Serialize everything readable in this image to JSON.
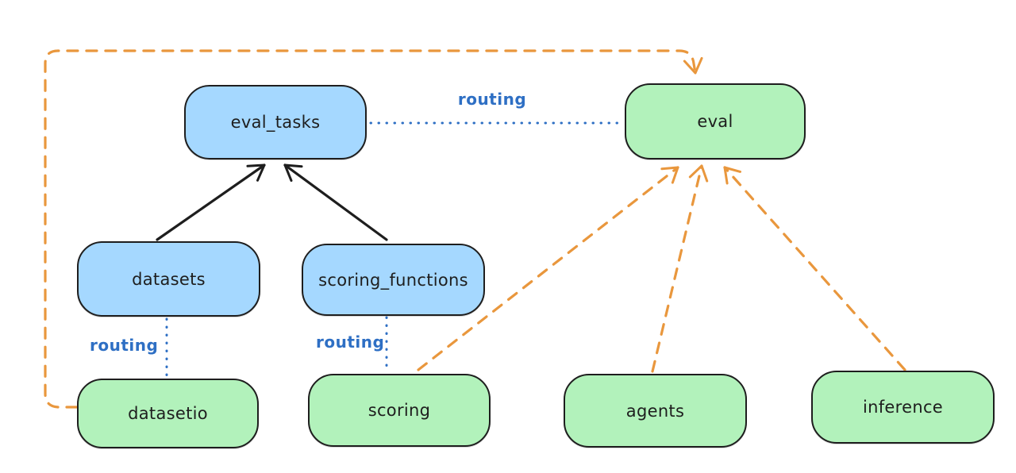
{
  "diagram": {
    "nodes": {
      "eval_tasks": {
        "label": "eval_tasks",
        "fill": "#a5d8ff"
      },
      "eval": {
        "label": "eval",
        "fill": "#b2f2bb"
      },
      "datasets": {
        "label": "datasets",
        "fill": "#a5d8ff"
      },
      "scoring_functions": {
        "label": "scoring_functions",
        "fill": "#a5d8ff"
      },
      "datasetio": {
        "label": "datasetio",
        "fill": "#b2f2bb"
      },
      "scoring": {
        "label": "scoring",
        "fill": "#b2f2bb"
      },
      "agents": {
        "label": "agents",
        "fill": "#b2f2bb"
      },
      "inference": {
        "label": "inference",
        "fill": "#b2f2bb"
      }
    },
    "edges": [
      {
        "from": "datasets",
        "to": "eval_tasks",
        "style": "solid-arrow",
        "color": "#1e1e1e"
      },
      {
        "from": "scoring_functions",
        "to": "eval_tasks",
        "style": "solid-arrow",
        "color": "#1e1e1e"
      },
      {
        "from": "eval_tasks",
        "to": "eval",
        "style": "dotted",
        "color": "#2e6fc4",
        "label": "routing"
      },
      {
        "from": "datasets",
        "to": "datasetio",
        "style": "dotted",
        "color": "#2e6fc4",
        "label": "routing"
      },
      {
        "from": "scoring_functions",
        "to": "scoring",
        "style": "dotted",
        "color": "#2e6fc4",
        "label": "routing"
      },
      {
        "from": "datasetio",
        "to": "eval",
        "style": "dashed-arrow",
        "color": "#e9973d"
      },
      {
        "from": "scoring",
        "to": "eval",
        "style": "dashed-arrow",
        "color": "#e9973d"
      },
      {
        "from": "agents",
        "to": "eval",
        "style": "dashed-arrow",
        "color": "#e9973d"
      },
      {
        "from": "inference",
        "to": "eval",
        "style": "dashed-arrow",
        "color": "#e9973d"
      }
    ],
    "labels": {
      "routing_eval": "routing",
      "routing_datasetio": "routing",
      "routing_scoring": "routing"
    },
    "colors": {
      "background": "#ffffff",
      "box_stroke": "#1e1e1e",
      "blue_fill": "#a5d8ff",
      "green_fill": "#b2f2bb",
      "routing_blue": "#2e6fc4",
      "orange_dashed": "#e9973d",
      "black_arrow": "#1e1e1e"
    }
  }
}
